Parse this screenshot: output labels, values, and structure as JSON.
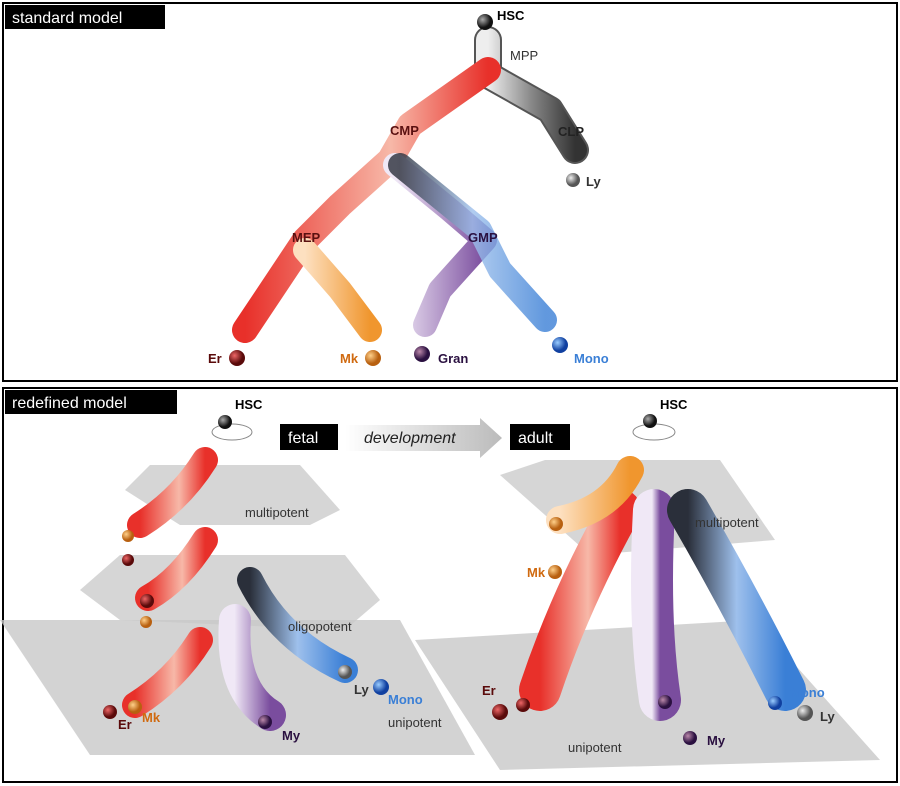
{
  "standard": {
    "title": "standard model",
    "nodes": {
      "hsc": "HSC",
      "mpp": "MPP",
      "clp": "CLP",
      "ly": "Ly",
      "cmp": "CMP",
      "mep": "MEP",
      "gmp": "GMP",
      "er": "Er",
      "mk": "Mk",
      "gran": "Gran",
      "mono": "Mono"
    }
  },
  "redefined": {
    "title": "redefined model",
    "fetal": "fetal",
    "development": "development",
    "adult": "adult",
    "left": {
      "hsc": "HSC",
      "multipotent": "multipotent",
      "oligopotent": "oligopotent",
      "unipotent": "unipotent",
      "er": "Er",
      "mk": "Mk",
      "my": "My",
      "ly": "Ly",
      "mono": "Mono"
    },
    "right": {
      "hsc": "HSC",
      "multipotent": "multipotent",
      "unipotent": "unipotent",
      "mk": "Mk",
      "er": "Er",
      "my": "My",
      "mono": "Mono",
      "ly": "Ly"
    }
  },
  "colors": {
    "erythroid": "#e8302a",
    "megakaryocyte": "#f0962e",
    "granulocyte": "#7a4d9e",
    "monocyte": "#3a7fd6",
    "lymphoid": "#6b6b6b",
    "plane": "#c8c8c8"
  }
}
